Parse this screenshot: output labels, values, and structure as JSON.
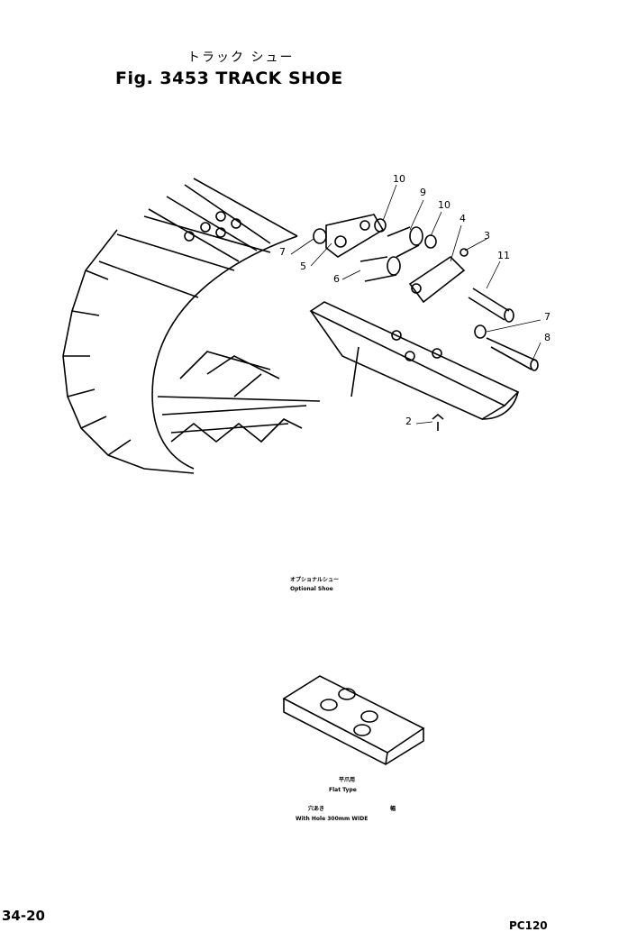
{
  "figure": {
    "title_jp": "トラック シュー",
    "title": "Fig. 3453 TRACK SHOE"
  },
  "callouts": [
    "10",
    "9",
    "10",
    "4",
    "3",
    "11",
    "7",
    "5",
    "6",
    "7",
    "8",
    "2"
  ],
  "optional": {
    "label_jp": "オプショナルシュー",
    "label": "Optional Shoe"
  },
  "flat_shoe": {
    "type_jp": "平爪用",
    "type": "Flat Type",
    "hole_jp": "穴あき",
    "width_jp": "幅",
    "desc": "With Hole 300mm WIDE"
  },
  "page_number": "34-20",
  "model": "PC120"
}
